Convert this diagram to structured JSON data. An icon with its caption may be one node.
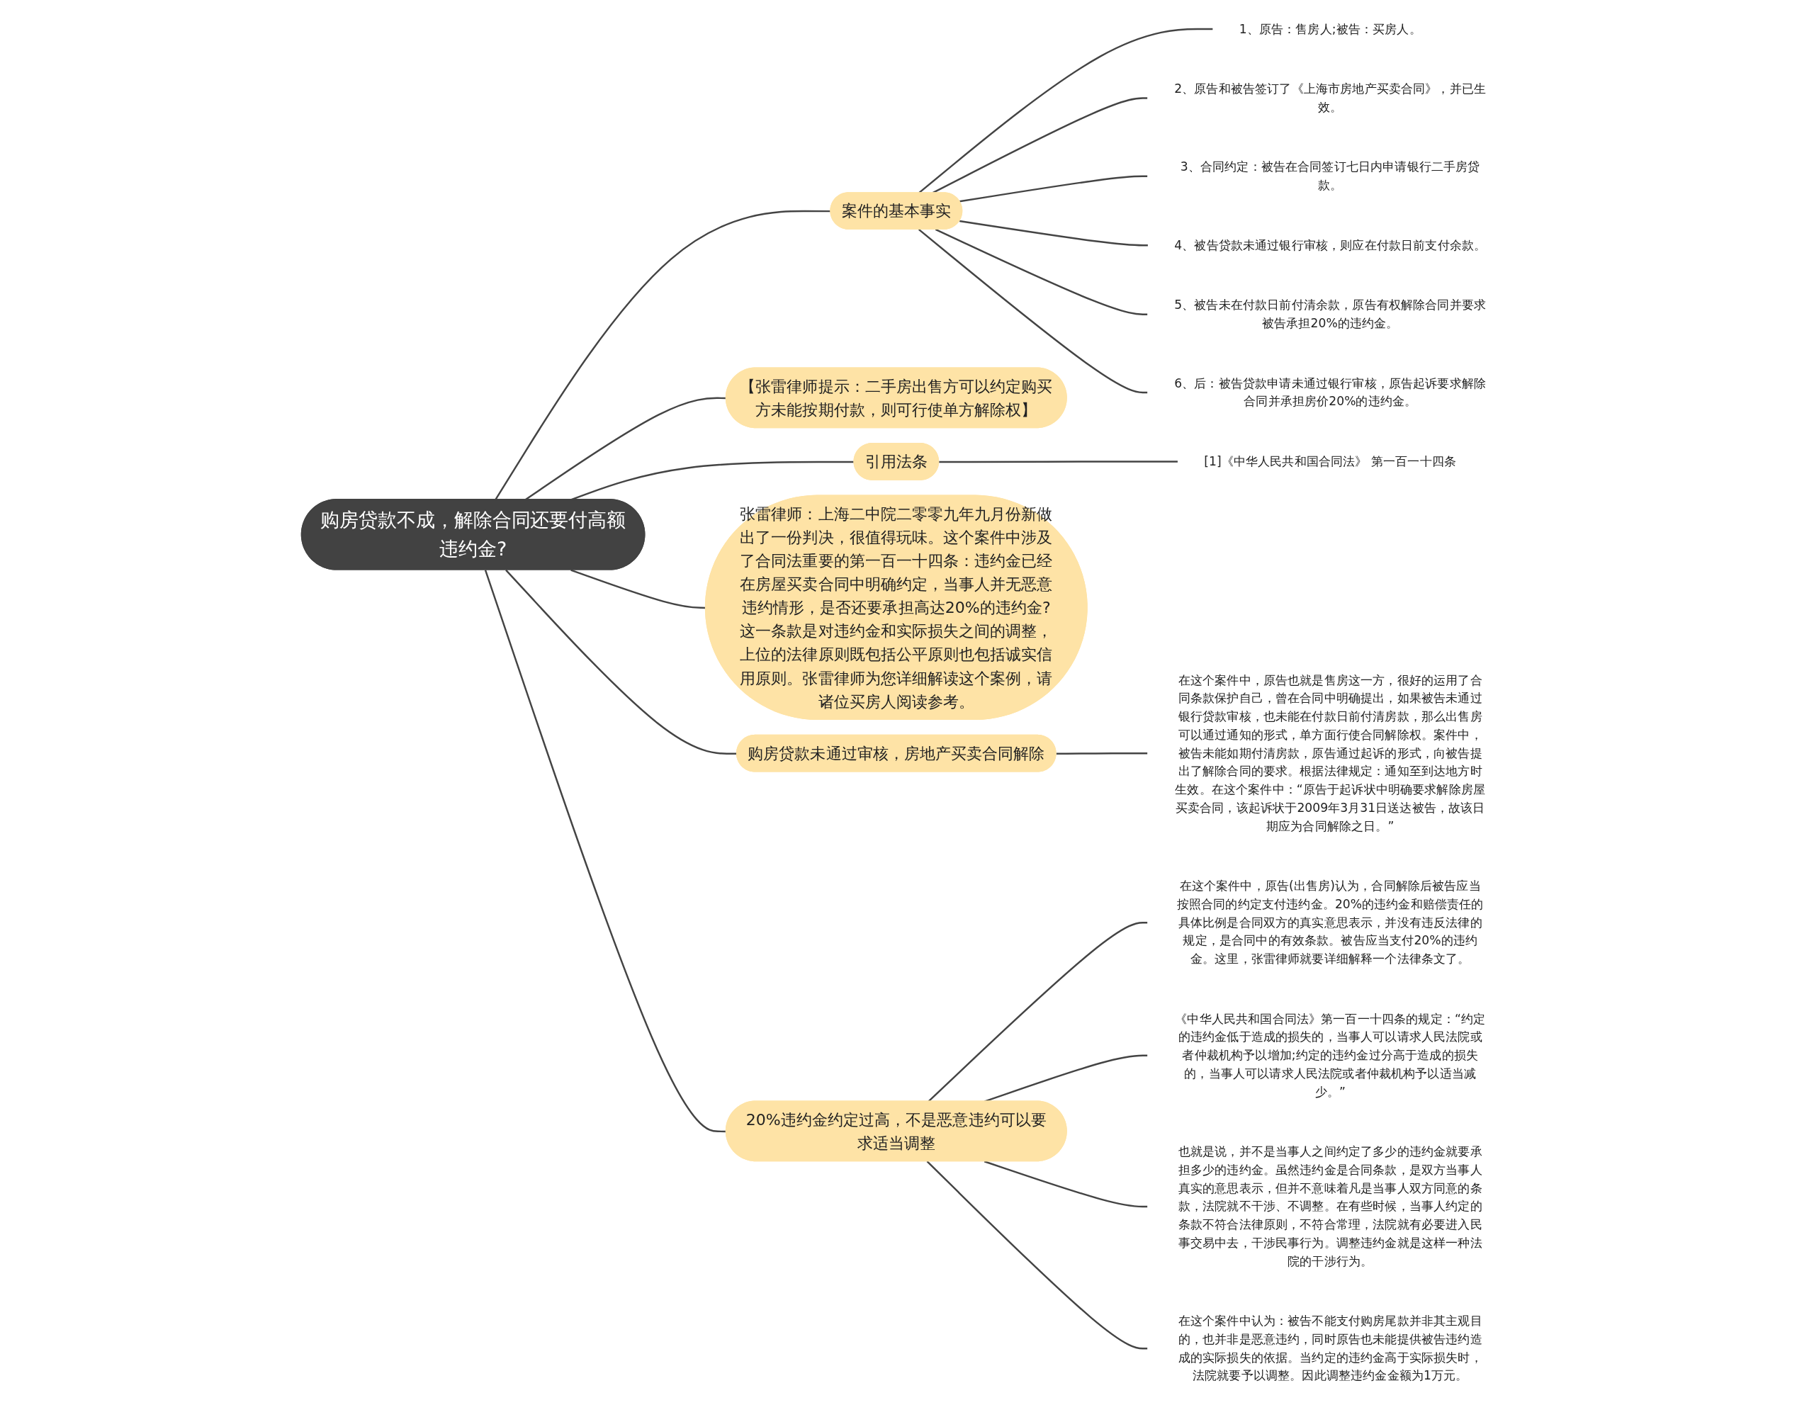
{
  "diagram": {
    "nodes": [
      {
        "text": [
          "购房贷款不成，解除合同还要付高额违约金?"
        ]
      },
      {
        "text": [
          "案件的基本事实"
        ]
      },
      {
        "text": [
          "1、原告：售房人;被告：买房人。"
        ]
      },
      {
        "text": [
          "2、原告和被告签订了《上海市房地产买卖合同》，并已生效。"
        ]
      },
      {
        "text": [
          "3、合同约定：被告在合同签订七日内申请银行二手房贷款。"
        ]
      },
      {
        "text": [
          "4、被告贷款未通过银行审核，则应在付款日前支付余款。"
        ]
      },
      {
        "text": [
          "5、被告未在付款日前付清余款，原告有权解除合同并要求被告承担20%的违约金。"
        ]
      },
      {
        "text": [
          "6、后：被告贷款申请未通过银行审核，原告起诉要求解除合同并承担房价20%的违约金。"
        ]
      },
      {
        "text": [
          "【张雷律师提示：二手房出售方可以约定购买方未能按期付款，则可行使单方解除权】"
        ]
      },
      {
        "text": [
          "引用法条"
        ]
      },
      {
        "text": [
          "[1]《中华人民共和国合同法》 第一百一十四条"
        ]
      },
      {
        "text": [
          "张雷律师：上海二中院二零零九年九月份新做出了一份判决，很值得玩味。这个案件中涉及了合同法重要的第一百一十四条：违约金已经在房屋买卖合同中明确约定，当事人并无恶意违约情形，是否还要承担高达20%的违约金?这一条款是对违约金和实际损失之间的调整，上位的法律原则既包括公平原则也包括诚实信用原则。张雷律师为您详细解读这个案例，请诸位买房人阅读参考。"
        ]
      },
      {
        "text": [
          "购房贷款未通过审核，房地产买卖合同解除"
        ]
      },
      {
        "text": [
          "在这个案件中，原告也就是售房这一方，很好的运用了合同条款保护自己，曾在合同中明确提出，如果被告未通过银行贷款审核，也未能在付款日前付清房款，那么出售房可以通过通知的形式，单方面行使合同解除权。案件中，被告未能如期付清房款，原告通过起诉的形式，向被告提出了解除合同的要求。根据法律规定：通知至到达地方时生效。在这个案件中：“原告于起诉状中明确要求解除房屋买卖合同，该起诉状于2009年3月31日送达被告，故该日期应为合同解除之日。”"
        ]
      },
      {
        "text": [
          "20%违约金约定过高，不是恶意违约可以要求适当调整"
        ]
      },
      {
        "text": [
          "在这个案件中，原告(出售房)认为，合同解除后被告应当按照合同的约定支付违约金。20%的违约金和赔偿责任的具体比例是合同双方的真实意思表示，并没有违反法律的规定，是合同中的有效条款。被告应当支付20%的违约金。这里，张雷律师就要详细解释一个法律条文了。"
        ]
      },
      {
        "text": [
          "《中华人民共和国合同法》第一百一十四条的规定：“约定的违约金低于造成的损失的，当事人可以请求人民法院或者仲裁机构予以增加;约定的违约金过分高于造成的损失的，当事人可以请求人民法院或者仲裁机构予以适当减少。”"
        ]
      },
      {
        "text": [
          "也就是说，并不是当事人之间约定了多少的违约金就要承担多少的违约金。虽然违约金是合同条款，是双方当事人真实的意思表示，但并不意味着凡是当事人双方同意的条款，法院就不干涉、不调整。在有些时候，当事人约定的条款不符合法律原则，不符合常理，法院就有必要进入民事交易中去，干涉民事行为。调整违约金就是这样一种法院的干涉行为。"
        ]
      },
      {
        "text": [
          "在这个案件中认为：被告不能支付购房尾款并非其主观目的，也并非是恶意违约，同时原告也未能提供被告违约造成的实际损失的依据。当约定的违约金高于实际损失时，法院就要予以调整。因此调整违约金金额为1万元。"
        ]
      }
    ],
    "edges": [
      {
        "from": 0,
        "to": 1,
        "arrow": "none"
      },
      {
        "from": 1,
        "to": 2,
        "arrow": "none"
      },
      {
        "from": 1,
        "to": 3,
        "arrow": "none"
      },
      {
        "from": 1,
        "to": 4,
        "arrow": "none"
      },
      {
        "from": 1,
        "to": 5,
        "arrow": "none"
      },
      {
        "from": 1,
        "to": 6,
        "arrow": "none"
      },
      {
        "from": 1,
        "to": 7,
        "arrow": "none"
      },
      {
        "from": 0,
        "to": 8,
        "arrow": "none"
      },
      {
        "from": 0,
        "to": 9,
        "arrow": "none"
      },
      {
        "from": 9,
        "to": 10,
        "arrow": "none"
      },
      {
        "from": 0,
        "to": 11,
        "arrow": "none"
      },
      {
        "from": 0,
        "to": 12,
        "arrow": "none"
      },
      {
        "from": 12,
        "to": 13,
        "arrow": "none"
      },
      {
        "from": 0,
        "to": 14,
        "arrow": "none"
      },
      {
        "from": 14,
        "to": 15,
        "arrow": "none"
      },
      {
        "from": 14,
        "to": 16,
        "arrow": "none"
      },
      {
        "from": 14,
        "to": 17,
        "arrow": "none"
      },
      {
        "from": 14,
        "to": 18,
        "arrow": "none"
      }
    ]
  }
}
